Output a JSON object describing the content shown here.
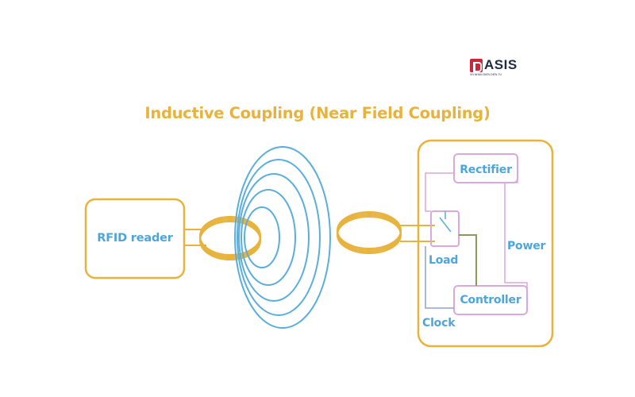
{
  "title": "Inductive Coupling (Near Field Coupling)",
  "logo": {
    "text": "ASIS",
    "tagline": "VN NHAN DIEN DIEN TU",
    "icon": "basis-b-logo-icon",
    "brand_color": "#C8283A",
    "text_color": "#1F2A44"
  },
  "labels": {
    "reader": "RFID reader",
    "rectifier": "Rectifier",
    "load": "Load",
    "power": "Power",
    "controller": "Controller",
    "clock": "Clock"
  },
  "colors": {
    "title": "#E8B33D",
    "reader_and_coils": "#E8B33D",
    "field_lines": "#5AAEDC",
    "label_text": "#4DA6DB",
    "tag_blocks": "#D9A9DB",
    "load_link": "#8A9A5B",
    "clock_line": "#8FA3C8"
  }
}
